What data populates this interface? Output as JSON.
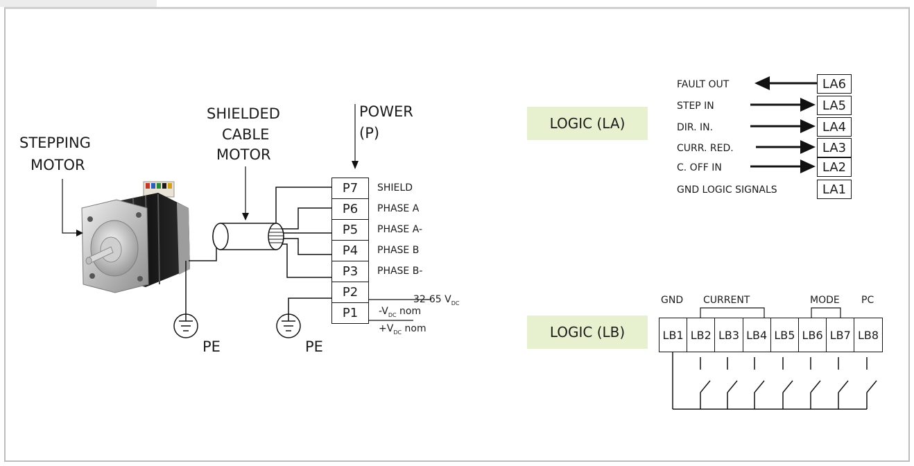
{
  "motor": {
    "stepping_motor_label_line1": "STEPPING",
    "stepping_motor_label_line2": "MOTOR",
    "shielded_label_line1": "SHIELDED",
    "shielded_label_line2": "CABLE",
    "shielded_label_line3": "MOTOR",
    "power_label_line1": "POWER",
    "power_label_line2": "(P)",
    "pe_left": "PE",
    "pe_right": "PE"
  },
  "power_terminals": [
    {
      "id": "P7",
      "signal": "SHIELD"
    },
    {
      "id": "P6",
      "signal": "PHASE A"
    },
    {
      "id": "P5",
      "signal": "PHASE A-"
    },
    {
      "id": "P4",
      "signal": "PHASE B"
    },
    {
      "id": "P3",
      "signal": "PHASE B-"
    },
    {
      "id": "P2",
      "signal": ""
    },
    {
      "id": "P1",
      "signal": ""
    }
  ],
  "supply": {
    "voltage_main": "32-65 V",
    "voltage_main_sub": "DC",
    "neg_prefix": "-V",
    "neg_sub": "DC",
    "neg_suffix": " nom",
    "pos_prefix": "+V",
    "pos_sub": "DC",
    "pos_suffix": " nom"
  },
  "logic_la": {
    "tag": "LOGIC (LA)",
    "rows": [
      {
        "id": "LA6",
        "signal": "FAULT OUT",
        "direction": "out"
      },
      {
        "id": "LA5",
        "signal": "STEP IN",
        "direction": "in"
      },
      {
        "id": "LA4",
        "signal": "DIR. IN.",
        "direction": "in"
      },
      {
        "id": "LA3",
        "signal": "CURR. RED.",
        "direction": "in"
      },
      {
        "id": "LA2",
        "signal": "C. OFF IN",
        "direction": "in"
      },
      {
        "id": "LA1",
        "signal": "GND LOGIC SIGNALS",
        "direction": "none"
      }
    ]
  },
  "logic_lb": {
    "tag": "LOGIC (LB)",
    "header_gnd": "GND",
    "header_current": "CURRENT",
    "header_mode": "MODE",
    "header_pc": "PC",
    "terminals": [
      "LB1",
      "LB2",
      "LB3",
      "LB4",
      "LB5",
      "LB6",
      "LB7",
      "LB8"
    ]
  },
  "colors": {
    "tag_bg": "#e7f1cf",
    "line": "#111111",
    "frame": "#bdbdbd"
  }
}
